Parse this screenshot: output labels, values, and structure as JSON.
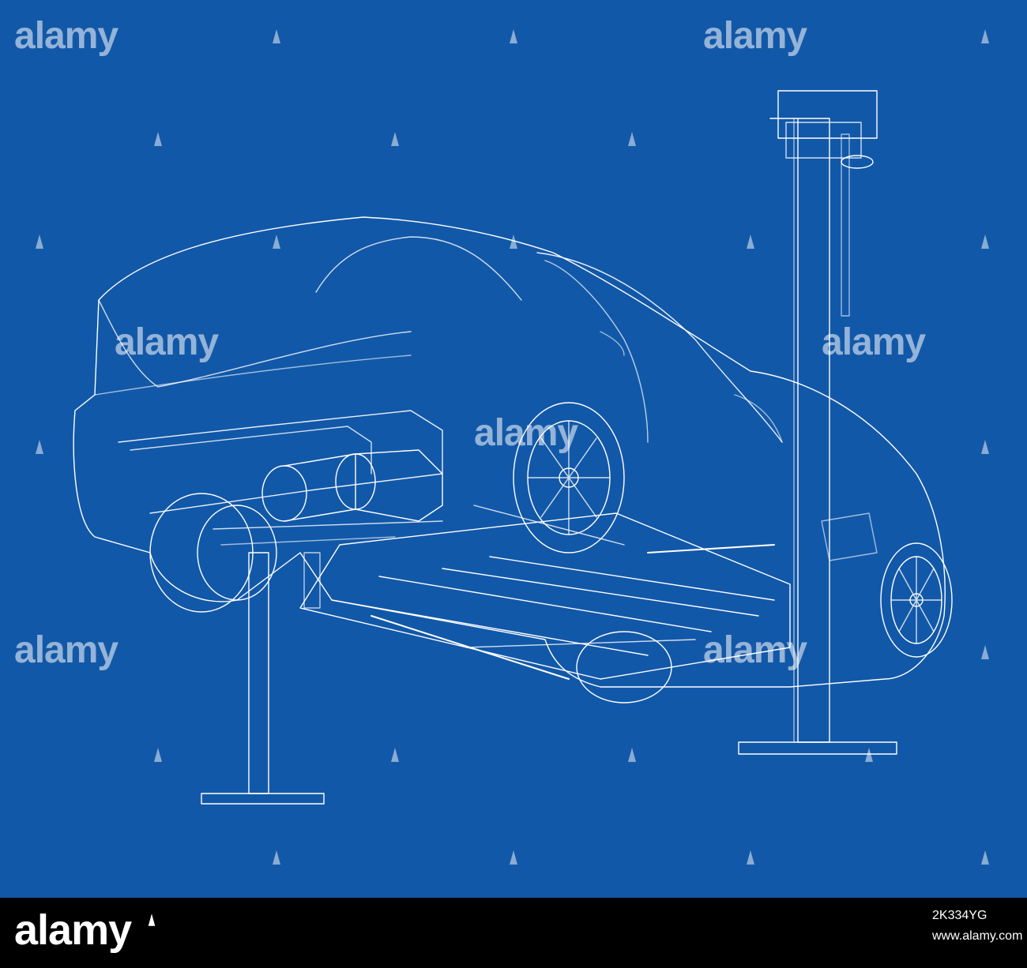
{
  "image": {
    "subject": "blueprint wireframe of a car raised on a two-post lift",
    "background_color": "#1258a8",
    "line_color": "#ffffff"
  },
  "watermark": {
    "text": "alamy",
    "icon": "alamy-a-icon"
  },
  "footer": {
    "logo_text": "alamy",
    "image_id": "2K334YG",
    "url": "www.alamy.com"
  }
}
